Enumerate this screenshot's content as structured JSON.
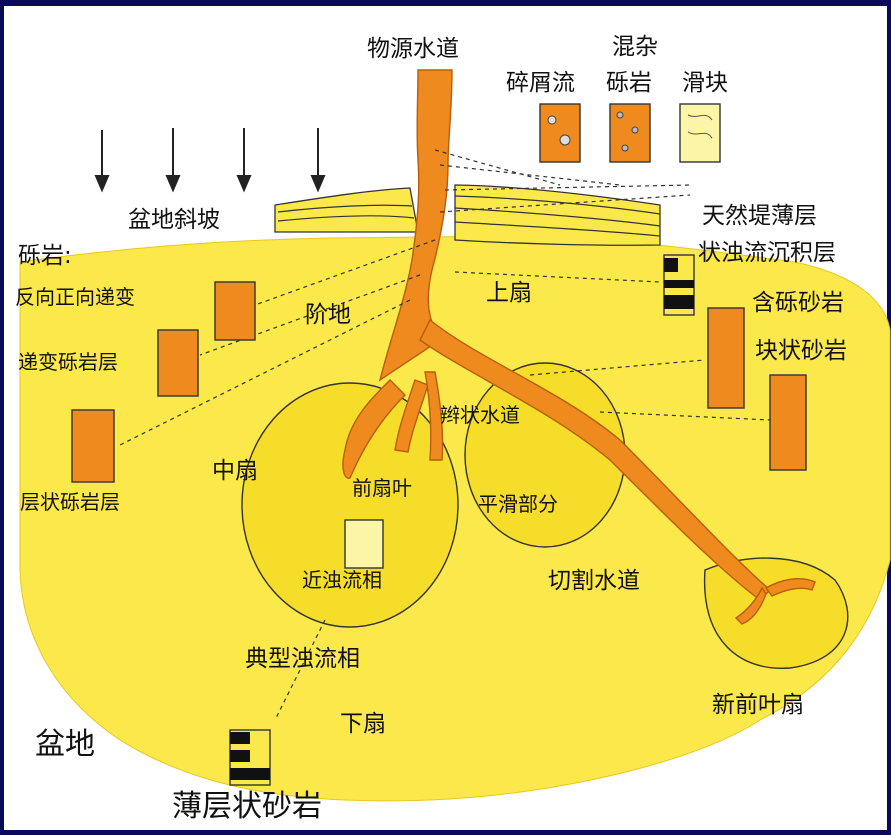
{
  "diagram": {
    "labels": {
      "source_channel": "物源水道",
      "debris_flow": "碎屑流",
      "mixed_conglomerate_top": "混杂",
      "mixed_conglomerate_bottom": "砾岩",
      "slide_block": "滑块",
      "basin_slope": "盆地斜坡",
      "conglomerate_title": "砾岩:",
      "reverse_normal_grading": "反向正向递变",
      "graded_conglomerate": "递变砾岩层",
      "layered_conglomerate": "层状砾岩层",
      "terrace": "阶地",
      "upper_fan": "上扇",
      "levee_top": "天然堤薄层",
      "levee_bottom": "状浊流沉积层",
      "pebbly_sandstone": "含砾砂岩",
      "massive_sandstone": "块状砂岩",
      "braided_channel": "辫状水道",
      "middle_fan": "中扇",
      "front_lobe": "前扇叶",
      "smooth_part": "平滑部分",
      "proximal_turbidite": "近浊流相",
      "incised_channel": "切割水道",
      "typical_turbidite": "典型浊流相",
      "new_front_lobe": "新前叶扇",
      "lower_fan": "下扇",
      "basin": "盆地",
      "thin_sandstone": "薄层状砂岩"
    },
    "colors": {
      "background": "#0a0a5a",
      "paper": "#ffffff",
      "fan_fill": "#fbe84a",
      "fan_dark": "#f5dd2a",
      "channel_fill": "#ee8a1e",
      "channel_stroke": "#b85e0a",
      "outline": "#222222"
    }
  }
}
